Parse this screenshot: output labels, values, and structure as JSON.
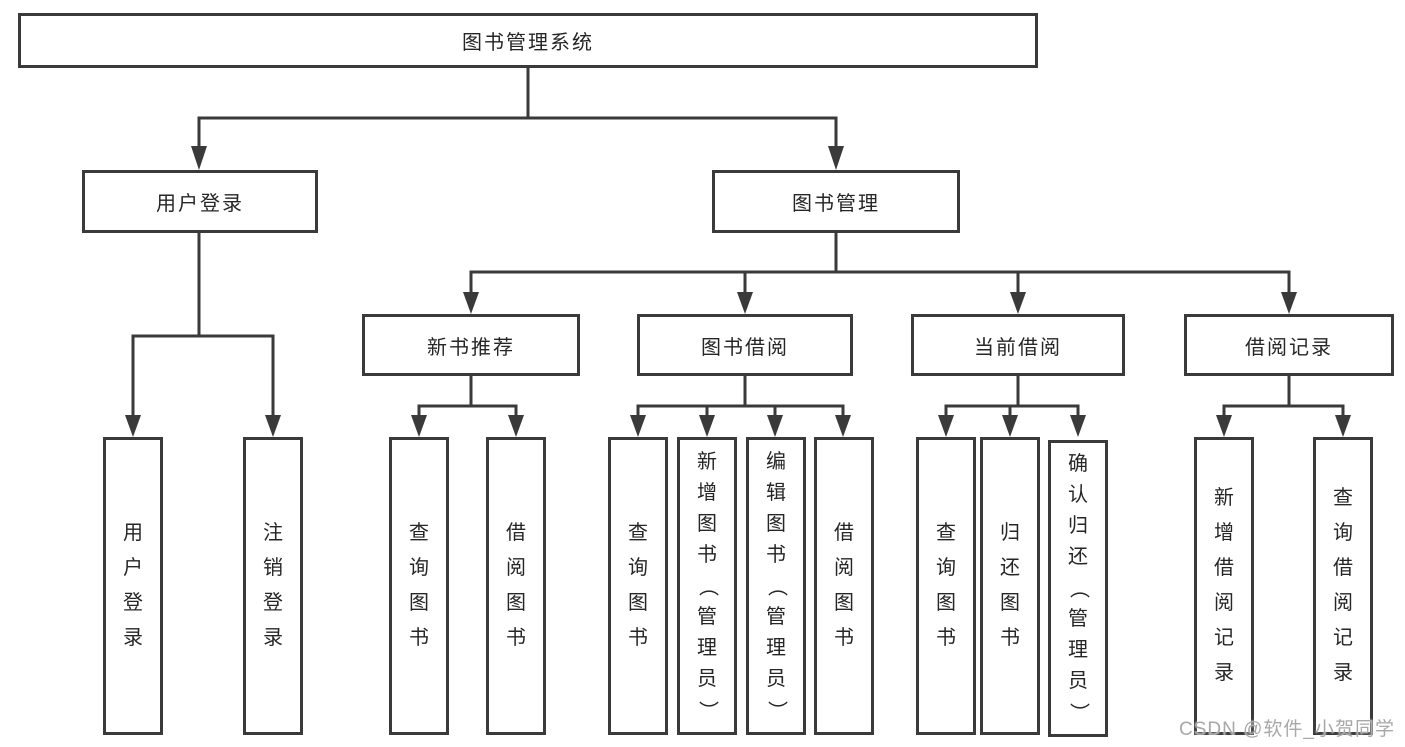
{
  "diagram": {
    "root": {
      "label": "图书管理系统"
    },
    "branches": [
      {
        "label": "用户登录",
        "children": [
          {
            "label": "用户登录"
          },
          {
            "label": "注销登录"
          }
        ]
      },
      {
        "label": "图书管理",
        "children": [
          {
            "label": "新书推荐",
            "children": [
              {
                "label": "查询图书"
              },
              {
                "label": "借阅图书"
              }
            ]
          },
          {
            "label": "图书借阅",
            "children": [
              {
                "label": "查询图书"
              },
              {
                "label": "新增图书（管理员）"
              },
              {
                "label": "编辑图书（管理员）"
              },
              {
                "label": "借阅图书"
              }
            ]
          },
          {
            "label": "当前借阅",
            "children": [
              {
                "label": "查询图书"
              },
              {
                "label": "归还图书"
              },
              {
                "label": "确认归还（管理员）"
              }
            ]
          },
          {
            "label": "借阅记录",
            "children": [
              {
                "label": "新增借阅记录"
              },
              {
                "label": "查询借阅记录"
              }
            ]
          }
        ]
      }
    ]
  },
  "watermark": {
    "text": "CSDN @软件_小贺同学"
  },
  "colors": {
    "line": "#3a3a3a",
    "text": "#262626",
    "background": "#ffffff",
    "watermark": "#a8a8a8"
  }
}
